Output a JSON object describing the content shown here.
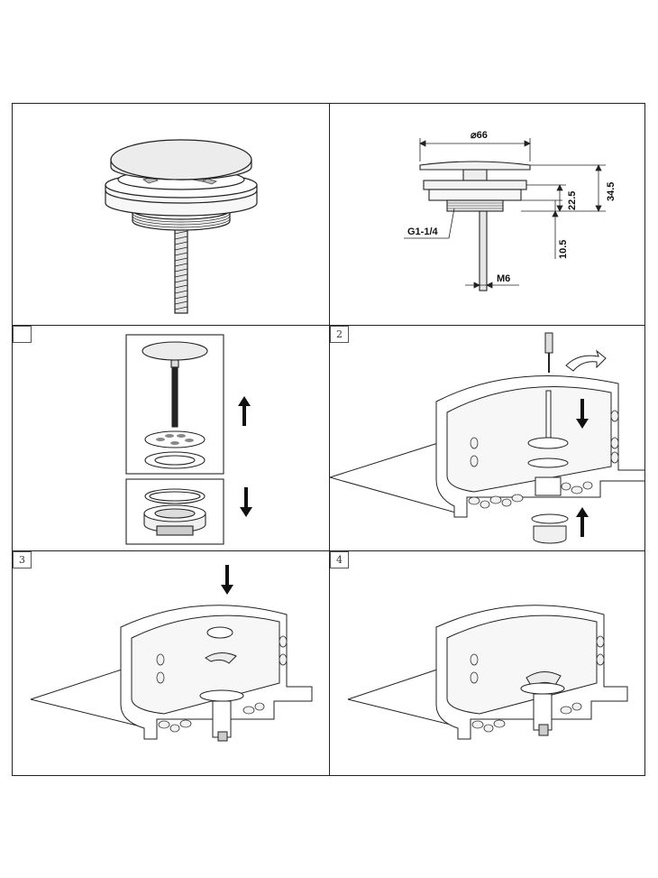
{
  "steps": {
    "step1": "",
    "step2": "2",
    "step3": "3",
    "step4": "4"
  },
  "dimensions": {
    "diameter": "⌀66",
    "height_total": "34.5",
    "height_body": "22.5",
    "thread_length": "10.5",
    "thread_size": "G1-1/4",
    "bolt_size": "M6"
  },
  "icons": [
    "arrow-up-icon",
    "arrow-down-icon",
    "screwdriver-icon",
    "rotate-arrow-icon"
  ],
  "colors": {
    "line": "#222222",
    "stone": "#f2f2f2",
    "cap": "#ececec"
  }
}
